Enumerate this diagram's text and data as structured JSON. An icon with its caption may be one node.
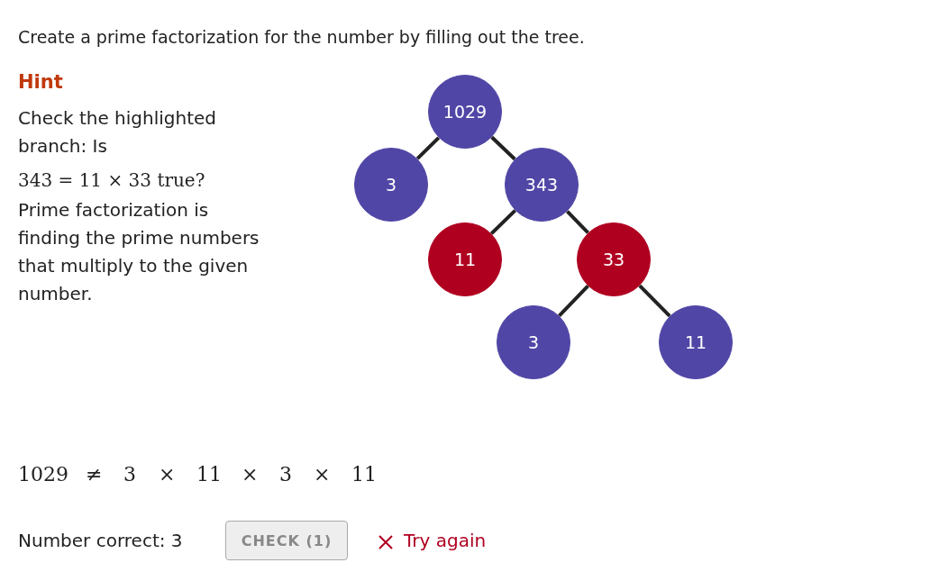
{
  "diagram": {
    "title": "Create a prime factorization for the number by filling out the tree.",
    "nodes": [
      {
        "text": [
          "1029"
        ]
      },
      {
        "text": [
          "3"
        ]
      },
      {
        "text": [
          "343"
        ]
      },
      {
        "text": [
          "11"
        ]
      },
      {
        "text": [
          "33"
        ]
      },
      {
        "text": [
          "3"
        ]
      },
      {
        "text": [
          "11"
        ]
      }
    ],
    "edges": [
      {
        "from": 0,
        "to": 1,
        "arrow": "none"
      },
      {
        "from": 0,
        "to": 2,
        "arrow": "none"
      },
      {
        "from": 2,
        "to": 3,
        "arrow": "none"
      },
      {
        "from": 2,
        "to": 4,
        "arrow": "none"
      },
      {
        "from": 4,
        "to": 5,
        "arrow": "none"
      },
      {
        "from": 4,
        "to": 6,
        "arrow": "none"
      }
    ],
    "labels": [
      "Hint",
      "Check the highlighted branch: Is",
      "343 = 11 × 33 true?",
      "Prime factorization is finding the prime numbers that multiply to the given number.",
      "1029",
      "≠",
      "3",
      "×",
      "11",
      "×",
      "3",
      "×",
      "11",
      "Number correct: 3",
      "CHECK (1)",
      "Try again"
    ]
  }
}
